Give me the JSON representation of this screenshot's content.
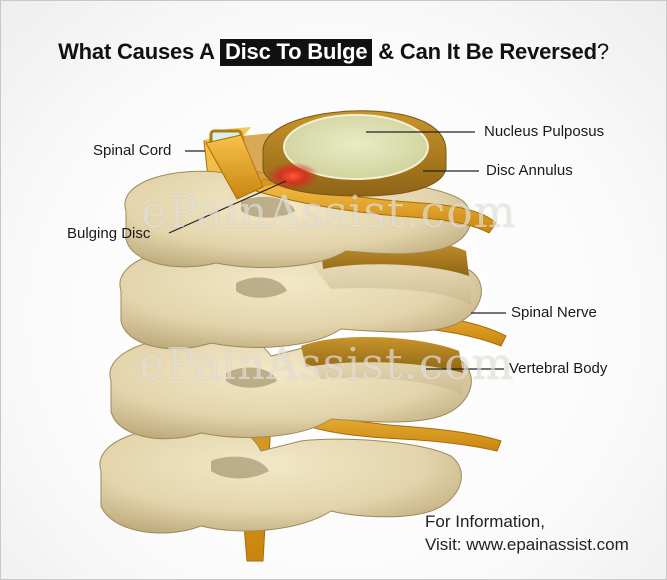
{
  "title": {
    "prefix": "What Causes A ",
    "highlight": "Disc To Bulge",
    "suffix": " & Can It Be Reversed",
    "end": "?"
  },
  "labels": {
    "spinal_cord": "Spinal Cord",
    "bulging_disc": "Bulging Disc",
    "nucleus_pulposus": "Nucleus Pulposus",
    "disc_annulus": "Disc Annulus",
    "spinal_nerve": "Spinal Nerve",
    "vertebral_body": "Vertebral Body"
  },
  "watermark": "ePainAssist.com",
  "info": {
    "line1": "For Information,",
    "line2": "Visit: www.epainassist.com"
  },
  "colors": {
    "bone": "#e8dcb8",
    "nerve": "#e8a41c",
    "nucleus": "#dfe2b6",
    "bulge": "#e0332a"
  }
}
